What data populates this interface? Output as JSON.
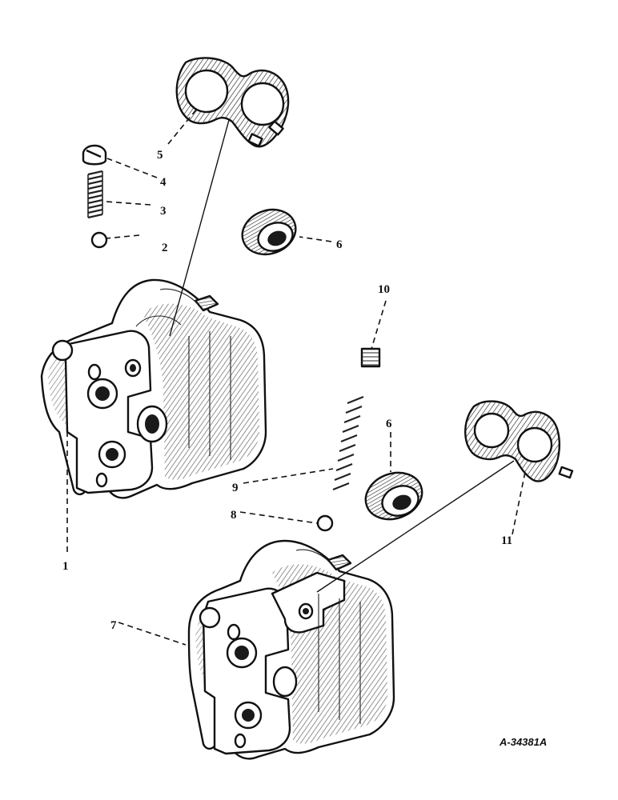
{
  "figure_id": "A-34381A",
  "callouts": {
    "c1": "1",
    "c2": "2",
    "c3": "3",
    "c4": "4",
    "c5": "5",
    "c6a": "6",
    "c6b": "6",
    "c7": "7",
    "c8": "8",
    "c9": "9",
    "c10": "10",
    "c11": "11"
  },
  "colors": {
    "ink": "#111111",
    "paper": "#ffffff"
  }
}
